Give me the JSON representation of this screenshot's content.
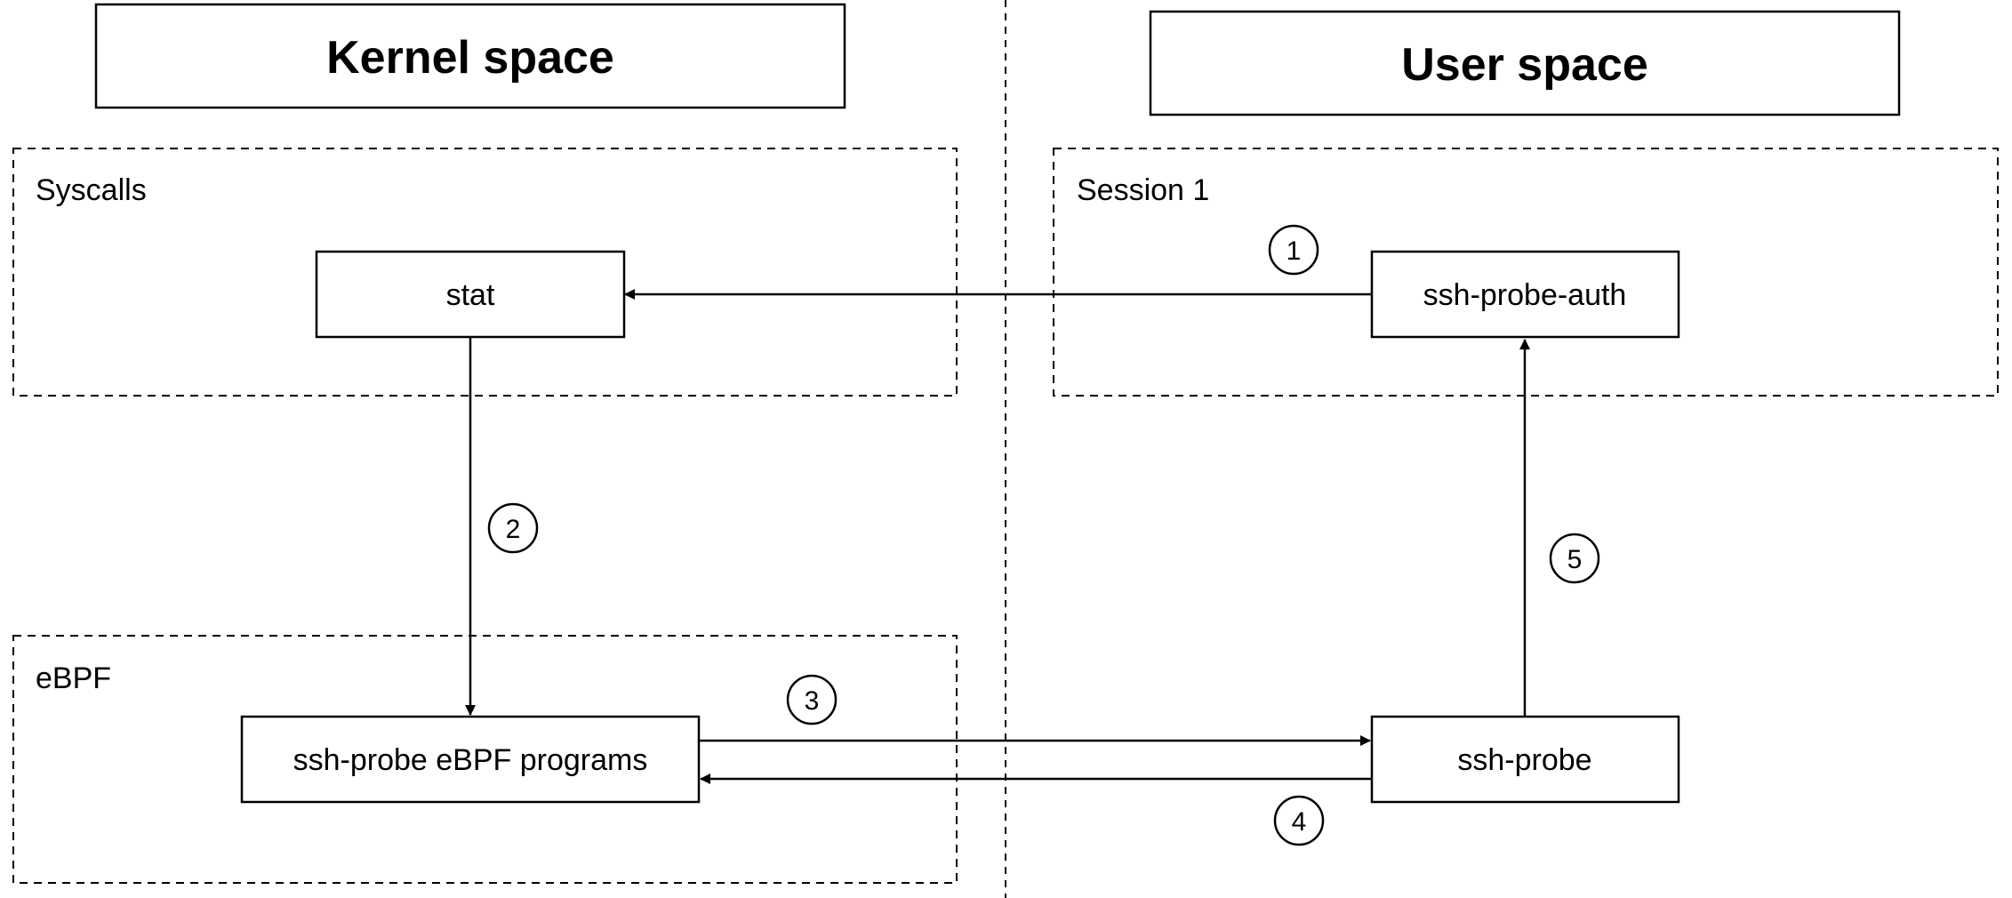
{
  "headers": {
    "kernel": "Kernel space",
    "user": "User space"
  },
  "groups": {
    "syscalls": "Syscalls",
    "ebpf": "eBPF",
    "session": "Session 1"
  },
  "nodes": {
    "stat": "stat",
    "ssh_probe_auth": "ssh-probe-auth",
    "ebpf_programs": "ssh-probe eBPF programs",
    "ssh_probe": "ssh-probe"
  },
  "steps": [
    "1",
    "2",
    "3",
    "4",
    "5"
  ],
  "colors": {
    "stroke": "#000000",
    "background": "#ffffff"
  }
}
